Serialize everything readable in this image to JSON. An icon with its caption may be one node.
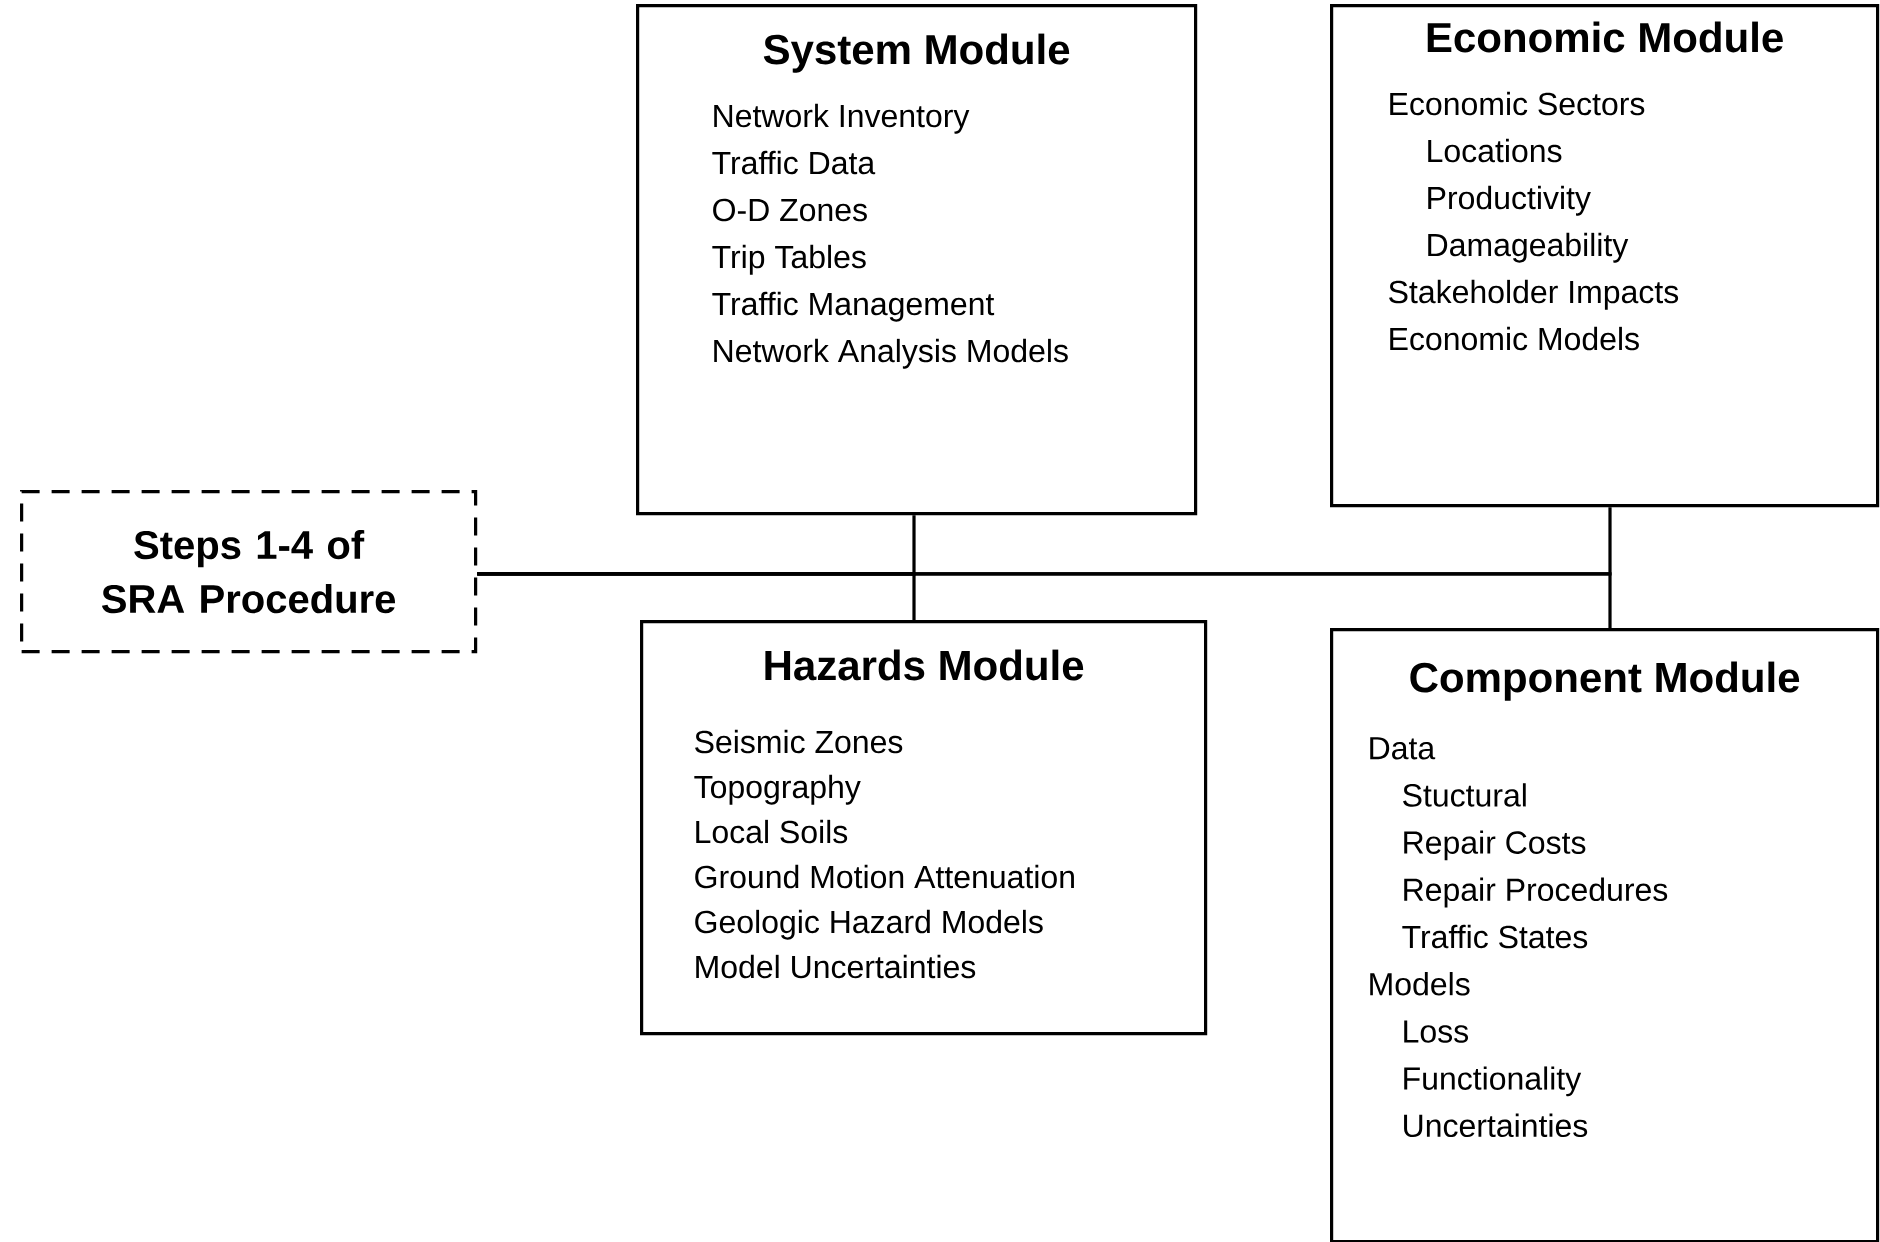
{
  "diagram": {
    "nodes": [
      {
        "text": [
          "Steps 1-4 of SRA Procedure"
        ]
      },
      {
        "text": [
          "System Module",
          "Network Inventory",
          "Traffic Data",
          "O-D Zones",
          "Trip Tables",
          "Traffic Management",
          "Network Analysis Models"
        ]
      },
      {
        "text": [
          "Economic Module",
          "Economic Sectors",
          "Locations",
          "Productivity",
          "Damageability",
          "Stakeholder Impacts",
          "Economic Models"
        ]
      },
      {
        "text": [
          "Hazards Module",
          "Seismic Zones",
          "Topography",
          "Local Soils",
          "Ground Motion Attenuation",
          "Geologic Hazard Models",
          "Model Uncertainties"
        ]
      },
      {
        "text": [
          "Component Module",
          "Data",
          "Stuctural",
          "Repair Costs",
          "Repair Procedures",
          "Traffic States",
          "Models",
          "Loss",
          "Functionality",
          "Uncertainties"
        ]
      }
    ],
    "edges": [
      {
        "from": 0,
        "to": 1,
        "arrow": "none"
      },
      {
        "from": 0,
        "to": 3,
        "arrow": "none"
      },
      {
        "from": 0,
        "to": 2,
        "arrow": "none"
      },
      {
        "from": 0,
        "to": 4,
        "arrow": "none"
      }
    ]
  }
}
